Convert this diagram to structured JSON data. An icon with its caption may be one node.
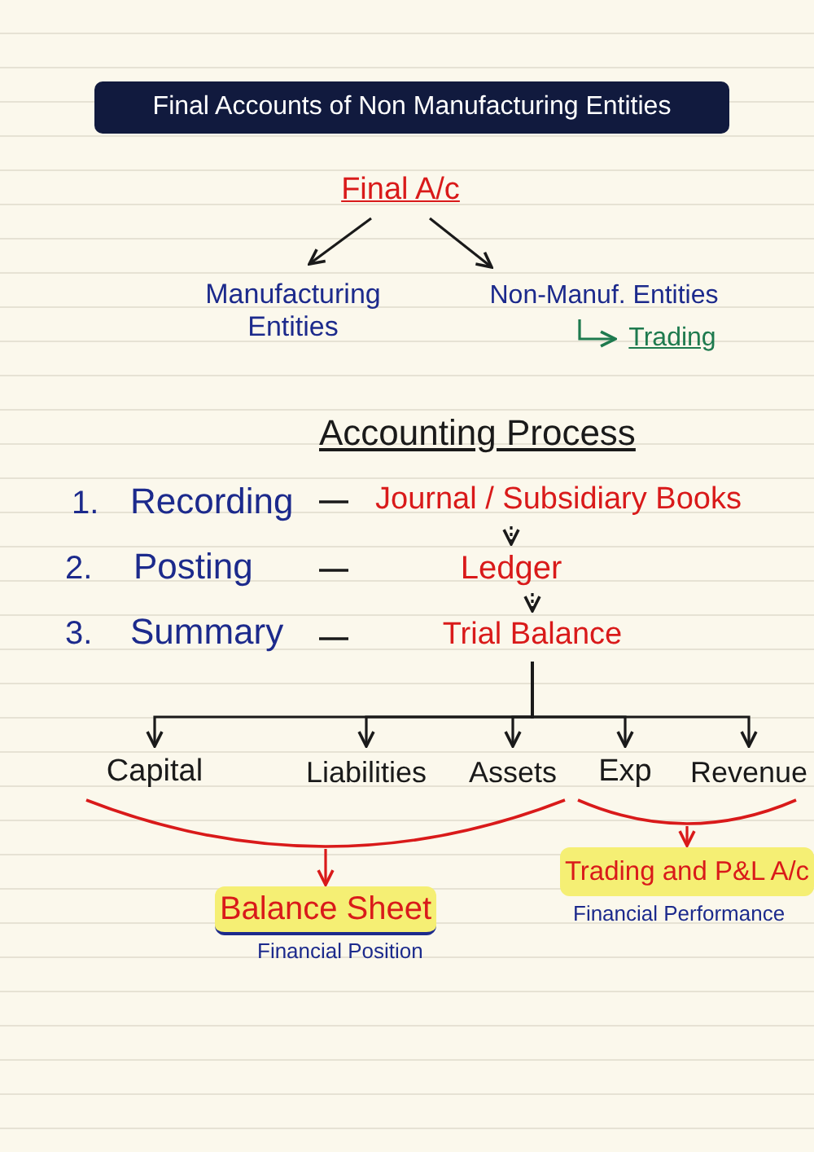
{
  "diagram": {
    "title": "Final Accounts of Non Manufacturing Entities",
    "nodes": [
      {
        "text": [
          "Final A/c"
        ]
      },
      {
        "text": [
          "Manufacturing Entities"
        ]
      },
      {
        "text": [
          "Non-Manuf. Entities"
        ]
      },
      {
        "text": [
          "Trading"
        ]
      },
      {
        "text": [
          "Journal / Subsidiary Books"
        ]
      },
      {
        "text": [
          "Ledger"
        ]
      },
      {
        "text": [
          "Trial Balance"
        ]
      },
      {
        "text": [
          "Capital"
        ]
      },
      {
        "text": [
          "Liabilities"
        ]
      },
      {
        "text": [
          "Assets"
        ]
      },
      {
        "text": [
          "Exp"
        ]
      },
      {
        "text": [
          "Revenue"
        ]
      },
      {
        "text": [],
        "shape": "bracket"
      },
      {
        "text": [],
        "shape": "bracket"
      },
      {
        "text": [
          "Balance Sheet"
        ],
        "beside": [
          "Financial Position"
        ]
      },
      {
        "text": [
          "Trading and P&L A/c"
        ],
        "beside": [
          "Financial Performance"
        ]
      }
    ],
    "edges": [
      {
        "from": 0,
        "to": 1,
        "arrow": "to"
      },
      {
        "from": 0,
        "to": 2,
        "arrow": "to"
      },
      {
        "from": 2,
        "to": 3,
        "arrow": "to",
        "color": "#1e7a4e"
      },
      {
        "from": 4,
        "to": 5,
        "arrow": "to",
        "style": "dashed"
      },
      {
        "from": 5,
        "to": 6,
        "arrow": "to",
        "style": "dashed"
      },
      {
        "from": 6,
        "to": 7,
        "arrow": "to"
      },
      {
        "from": 6,
        "to": 8,
        "arrow": "to"
      },
      {
        "from": 6,
        "to": 9,
        "arrow": "to"
      },
      {
        "from": 6,
        "to": 10,
        "arrow": "to"
      },
      {
        "from": 6,
        "to": 11,
        "arrow": "to"
      },
      {
        "from": 12,
        "to": 14,
        "arrow": "to",
        "color": "#d91a1a"
      },
      {
        "from": 13,
        "to": 15,
        "arrow": "to",
        "color": "#d91a1a"
      }
    ],
    "labels": [
      "Accounting Process",
      "1.",
      "Recording",
      "2.",
      "Posting",
      "3.",
      "Summary"
    ]
  }
}
